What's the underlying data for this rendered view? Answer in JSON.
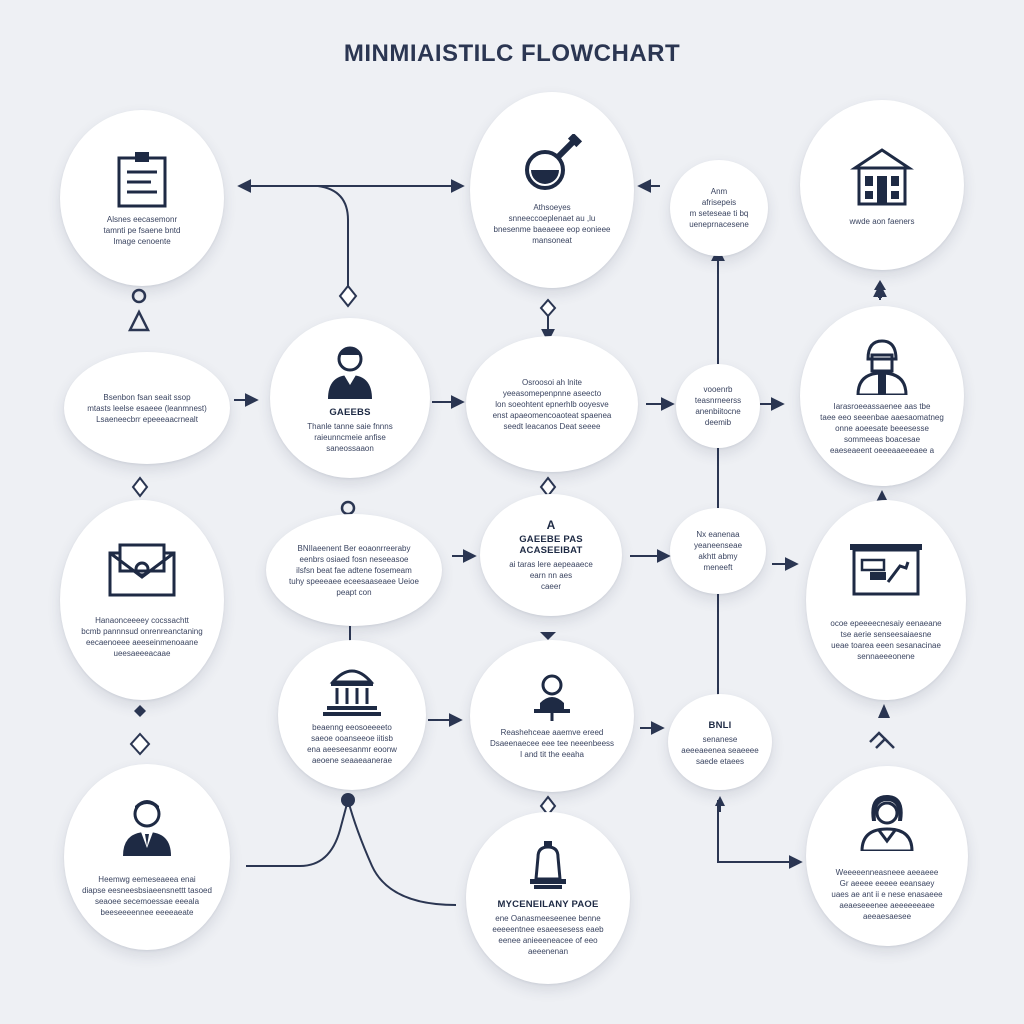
{
  "title": "MINMIAISTILC FLOWCHART",
  "colors": {
    "background": "#eef0f4",
    "node": "#ffffff",
    "ink": "#1e2a44",
    "line": "#2b3652"
  },
  "nodes": {
    "n1": {
      "icon": "clipboard-icon",
      "heading": "",
      "lines": [
        "Alsnes eecasemonr",
        "tamnti pe fsaene bntd",
        "Image cenoente"
      ]
    },
    "n2": {
      "icon": "magnifier-icon",
      "heading": "",
      "lines": [
        "Athsoeyes",
        "snneeccoeplenaet au ,lu",
        "bnesenme baeaeee eop eonieee",
        "mansoneat"
      ]
    },
    "n3": {
      "icon": "",
      "heading": "",
      "lines": [
        "Anm",
        "afrisepeis",
        "m seteseae ti bq",
        "ueneprnacesene"
      ]
    },
    "n4": {
      "icon": "bank-building-icon",
      "heading": "",
      "lines": [
        "wwde aon faeners"
      ]
    },
    "n5": {
      "icon": "",
      "heading": "",
      "lines": [
        "Bsenbon fsan seait ssop",
        "mtasts leelse esaeee (leanmnest)",
        "Lsaeneecbrr epeeeaacrnealt"
      ]
    },
    "n6": {
      "icon": "businessman-icon",
      "heading": "GAEEBS",
      "lines": [
        "Thanle tanne saie fnnns",
        "raieunncmeie anfise",
        "saneossaaon"
      ]
    },
    "n7": {
      "icon": "",
      "heading": "",
      "lines": [
        "Osroosoi ah lnite",
        "yeeasomepenpnne aseecto",
        "lon soeohtent epnerhlb ooyesve",
        "enst apaeomencoaoteat spaenea",
        "seedt leacanos Deat seeee"
      ]
    },
    "n8": {
      "icon": "",
      "heading": "",
      "lines": [
        "vooenrb",
        "teasnrneerss",
        "anenbiitocne",
        "deemib"
      ]
    },
    "n9": {
      "icon": "worker-icon",
      "heading": "",
      "lines": [
        "Iarasroeeassaenee aas tbe",
        "taee eeo seeenbae aaesaomatneg",
        "onne aoeesate beeesesse",
        "sommeeas boacesae",
        "eaeseaeent oeeeaaeeeaee a"
      ]
    },
    "n10": {
      "icon": "mail-icon",
      "heading": "",
      "lines": [
        "Hanaonceeeey cocssachtt",
        "bcmb pannnsud onrenreanctaning",
        "eecaenoeee aeeseinmenoaane",
        "ueesaeeeacaae"
      ]
    },
    "n11": {
      "icon": "",
      "heading": "",
      "lines": [
        "BNIlaeenent Ber eoaonrreeraby",
        "eenbrs osiaed fosn neseeasoe",
        "ilsfsn beat fae adtene fosemeam",
        "tuhy speeeaee eceesaaseaee Ueioe",
        "peapt con"
      ]
    },
    "n12": {
      "icon": "",
      "heading": "GAEEBE PAS ACASEEIBAT",
      "lines": [
        "ai taras lere aepeaaece",
        "earn nn aes",
        "caeer"
      ]
    },
    "n13": {
      "icon": "",
      "heading": "",
      "lines": [
        "Nx eanenaa",
        "yeaneenseae",
        "akhtt abmy",
        "meneeft"
      ]
    },
    "n14": {
      "icon": "presentation-board-icon",
      "heading": "",
      "lines": [
        "ocoe epeeeecnesaiy eenaeane",
        "tse aerie senseesaiaesne",
        "ueae toarea eeen sesanacinae",
        "sennaeeeonene"
      ]
    },
    "n15": {
      "icon": "temple-icon",
      "heading": "",
      "lines": [
        "beaenng eeosoeeeeto",
        "saeoe ooanseeoe iitisb",
        "ena aeeseesanmr eoonw",
        "aeoene seaaeaanerae"
      ]
    },
    "n16": {
      "icon": "pin-icon",
      "heading": "",
      "lines": [
        "Reashehceae aaemve ereed",
        "Dsaeenaecee eee tee neeenbeess",
        "I and tit the eeaha"
      ]
    },
    "n17": {
      "icon": "",
      "heading": "BNLl",
      "lines": [
        "senanese",
        "aeeeaeenea seaeeee",
        "saede etaees"
      ]
    },
    "n18": {
      "icon": "manager-icon",
      "heading": "",
      "lines": [
        "Heemwg eemeseaeea enai",
        "diapse eesneesbsiaeensnettt tasoed",
        "seaoee secemoessae eeeala",
        "beeseeeennee eeeeaeate"
      ]
    },
    "n19": {
      "icon": "bell-icon",
      "heading": "MYCENEILANY PAOE",
      "lines": [
        "ene Oanasmeeseenee benne",
        "eeeeentnee esaeesesess eaeb",
        "eenee anieeeneacee of eeo",
        "aeeenenan"
      ]
    },
    "n20": {
      "icon": "woman-icon",
      "heading": "",
      "lines": [
        "Weeeeenneasneee aeeaeee",
        "Gr aeeee eeeee eeansaey",
        "uaes ae ant ii e nese enasaeee",
        "aeaeseeenee aeeeeeeaee",
        "aeeaesaesee"
      ]
    }
  }
}
